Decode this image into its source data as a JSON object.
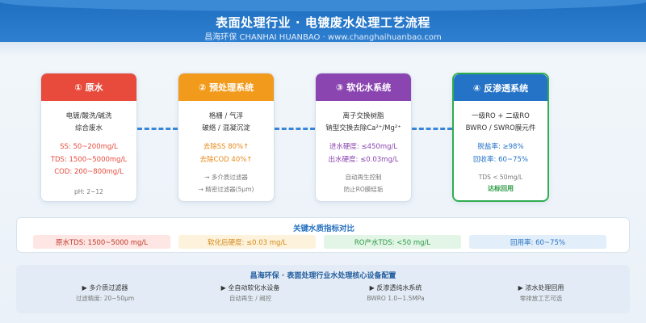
{
  "header": {
    "title": "表面处理行业 · 电镀废水处理工艺流程",
    "subtitle": "昌海环保 CHANHAI HUANBAO · www.changhaihuanbao.com"
  },
  "stages": [
    {
      "title": "① 原水",
      "color": "#e84b3c",
      "desc": [
        "电镀/酸洗/碱洗",
        "综合废水"
      ],
      "metrics": [
        "SS: 50~200mg/L",
        "TDS: 1500~5000mg/L",
        "COD: 200~800mg/L"
      ],
      "metric_color": "#e84b3c",
      "notes": [
        "pH: 2~12"
      ]
    },
    {
      "title": "② 预处理系统",
      "color": "#f29a1b",
      "desc": [
        "格栅 / 气浮",
        "破络 / 混凝沉淀"
      ],
      "metrics": [
        "去除SS 80%↑",
        "去除COD 40%↑"
      ],
      "metric_color": "#e8891a",
      "notes": [
        "→ 多介质过滤器",
        "→ 精密过滤器(5μm)"
      ]
    },
    {
      "title": "③ 软化水系统",
      "color": "#8a45b0",
      "desc": [
        "离子交换树脂",
        "钠型交换去除Ca²⁺/Mg²⁺"
      ],
      "metrics": [
        "进水硬度: ≤450mg/L",
        "出水硬度: ≤0.03mg/L"
      ],
      "metric_color": "#8a45b0",
      "notes": [
        "自动再生控制",
        "防止RO膜结垢"
      ]
    },
    {
      "title": "④ 反渗透系统",
      "color": "#2573c7",
      "desc": [
        "一级RO + 二级RO",
        "BWRO / SWRO膜元件"
      ],
      "metrics": [
        "脱盐率: ≥98%",
        "回收率: 60~75%"
      ],
      "metric_color": "#2573c7",
      "notes": [
        "TDS < 50mg/L"
      ],
      "highlight": "达标回用"
    }
  ],
  "kpi": {
    "title": "关键水质指标对比",
    "items": [
      {
        "label": "原水TDS: 1500~5000 mg/L",
        "bg": "#fde6e3",
        "color": "#c0392b"
      },
      {
        "label": "软化后硬度: ≤0.03 mg/L",
        "bg": "#fdf3dc",
        "color": "#d4891a"
      },
      {
        "label": "RO产水TDS: <50 mg/L",
        "bg": "#e2f5e6",
        "color": "#2c9a45"
      },
      {
        "label": "回用率: 60~75%",
        "bg": "#e2eefa",
        "color": "#2573c7"
      }
    ]
  },
  "config": {
    "title": "昌海环保 · 表面处理行业水处理核心设备配置",
    "items": [
      {
        "name": "▶ 多介质过滤器",
        "sub": "过滤精度: 20~50μm"
      },
      {
        "name": "▶ 全自动软化水设备",
        "sub": "自动再生 / 阀控"
      },
      {
        "name": "▶ 反渗透纯水系统",
        "sub": "BWRO 1.0~1.5MPa"
      },
      {
        "name": "▶ 浓水处理回用",
        "sub": "零排放工艺可选"
      }
    ]
  }
}
